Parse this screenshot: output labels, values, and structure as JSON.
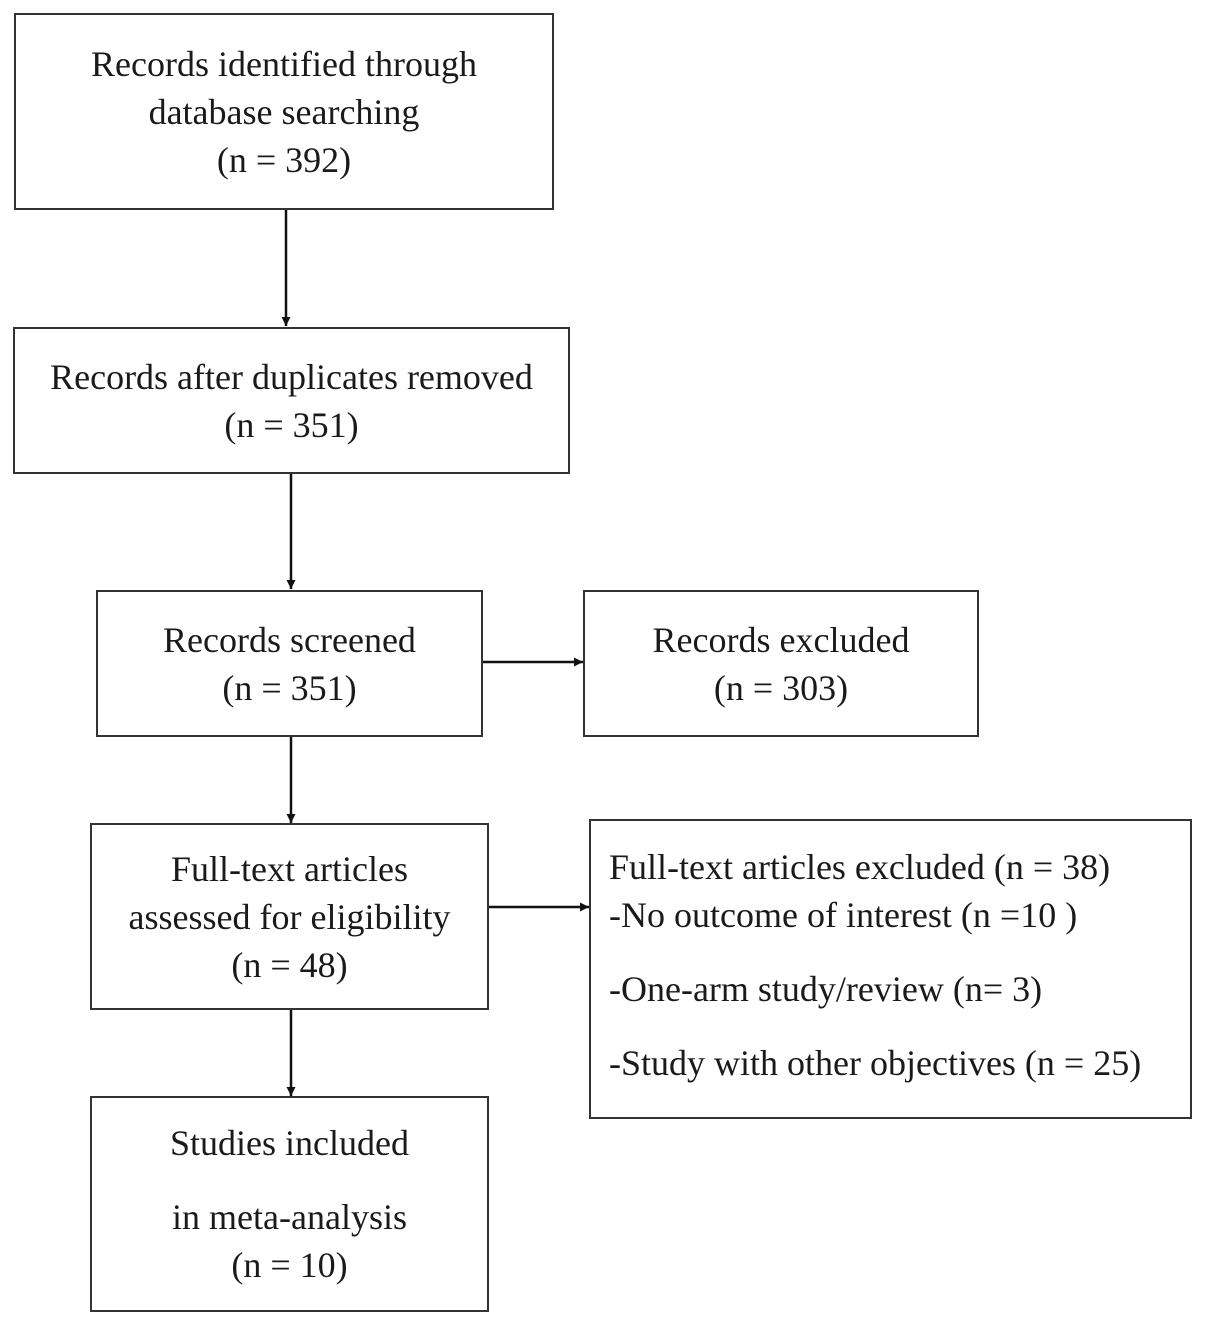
{
  "flowchart": {
    "identified": {
      "lines": [
        "Records identified through",
        "database searching",
        "(n = 392)"
      ]
    },
    "duplicates_removed": {
      "lines": [
        "Records after duplicates removed",
        "(n = 351)"
      ]
    },
    "screened": {
      "lines": [
        "Records screened",
        "(n = 351)"
      ]
    },
    "excluded": {
      "lines": [
        "Records excluded",
        "(n = 303)"
      ]
    },
    "full_text": {
      "lines": [
        "Full-text articles",
        "assessed for eligibility",
        "(n =  48)"
      ]
    },
    "full_text_excluded": {
      "title": "Full-text articles excluded (n = 38)",
      "reasons": [
        "-No outcome of interest (n =10 )",
        "-One-arm study/review (n= 3)",
        "-Study with other objectives (n = 25)"
      ]
    },
    "included": {
      "lines": [
        "Studies included",
        "in meta-analysis",
        "(n = 10)"
      ]
    }
  }
}
